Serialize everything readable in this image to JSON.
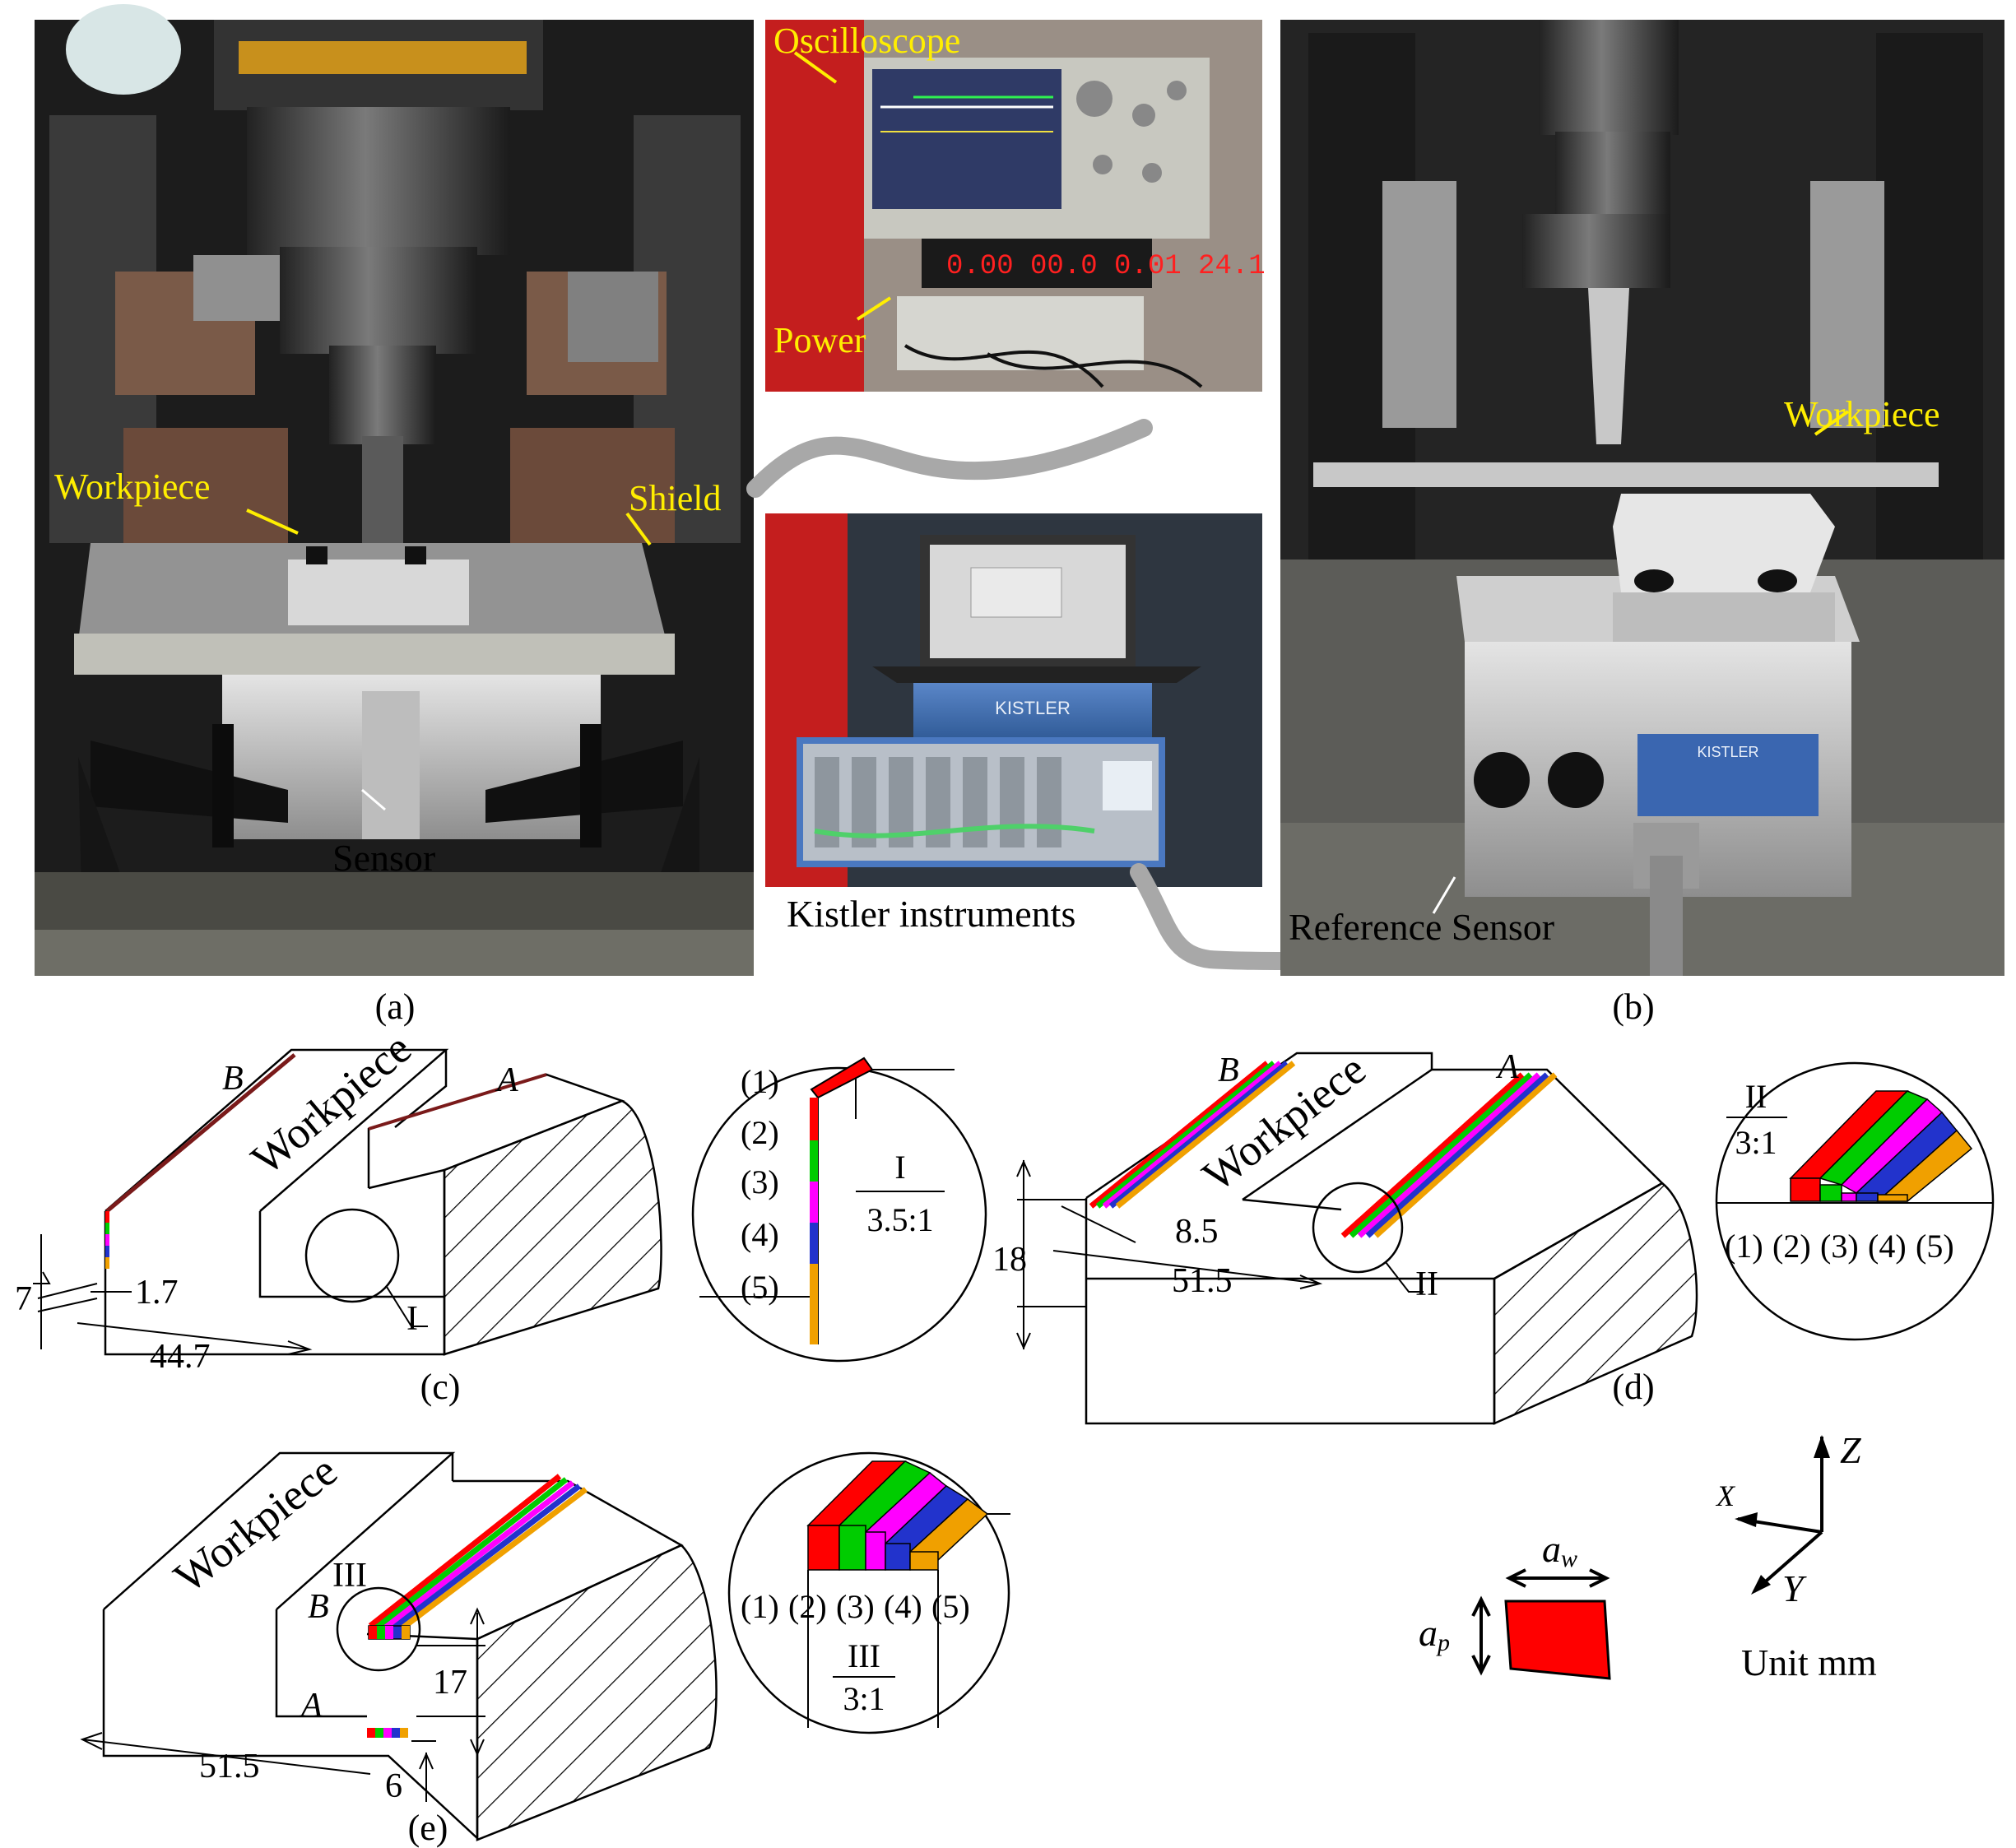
{
  "photos": {
    "a": {
      "labels": {
        "workpiece": "Workpiece",
        "shield": "Shield",
        "sensor": "Sensor"
      },
      "caption": "(a)"
    },
    "instruments": {
      "oscilloscope": "Oscilloscope",
      "power": "Power",
      "kistler": "Kistler instruments",
      "readout": "0.00 00.0 0.01 24.1",
      "brand": "KISTLER"
    },
    "b": {
      "labels": {
        "workpiece": "Workpiece",
        "reference_sensor": "Reference Sensor"
      },
      "caption": "(b)",
      "brand": "KISTLER"
    }
  },
  "diagrams": {
    "c": {
      "caption": "(c)",
      "workpiece": "Workpiece",
      "edge_a": "A",
      "edge_b": "B",
      "dims": {
        "d1": "7",
        "d2": "1.7",
        "d3": "44.7"
      },
      "detail_marker": "I",
      "detail": {
        "name": "I",
        "scale": "3.5:1",
        "layers": [
          "(1)",
          "(2)",
          "(3)",
          "(4)",
          "(5)"
        ]
      }
    },
    "d": {
      "caption": "(d)",
      "workpiece": "Workpiece",
      "edge_a": "A",
      "edge_b": "B",
      "dims": {
        "d1": "8.5",
        "d2": "18",
        "d3": "51.5"
      },
      "detail_marker": "II",
      "detail": {
        "name": "II",
        "scale": "3:1",
        "layers": [
          "(1)",
          "(2)",
          "(3)",
          "(4)",
          "(5)"
        ]
      }
    },
    "e": {
      "caption": "(e)",
      "workpiece": "Workpiece",
      "edge_a": "A",
      "edge_b": "B",
      "dims": {
        "d1": "51.5",
        "d2": "17",
        "d3": "6"
      },
      "detail_marker": "III",
      "detail": {
        "name": "III",
        "scale": "3:1",
        "layers": [
          "(1)",
          "(2)",
          "(3)",
          "(4)",
          "(5)"
        ]
      }
    }
  },
  "legend": {
    "aw": "a",
    "aw_sub": "w",
    "ap": "a",
    "ap_sub": "p",
    "axes": {
      "x": "X",
      "y": "Y",
      "z": "Z"
    },
    "unit": "Unit mm"
  },
  "colors": {
    "layer1": "#ff0000",
    "layer2": "#00cc00",
    "layer3": "#ff00ff",
    "layer4": "#2233cc",
    "layer5": "#f0a000",
    "label_yellow": "#ffee00",
    "cut_red": "#ff0000"
  }
}
